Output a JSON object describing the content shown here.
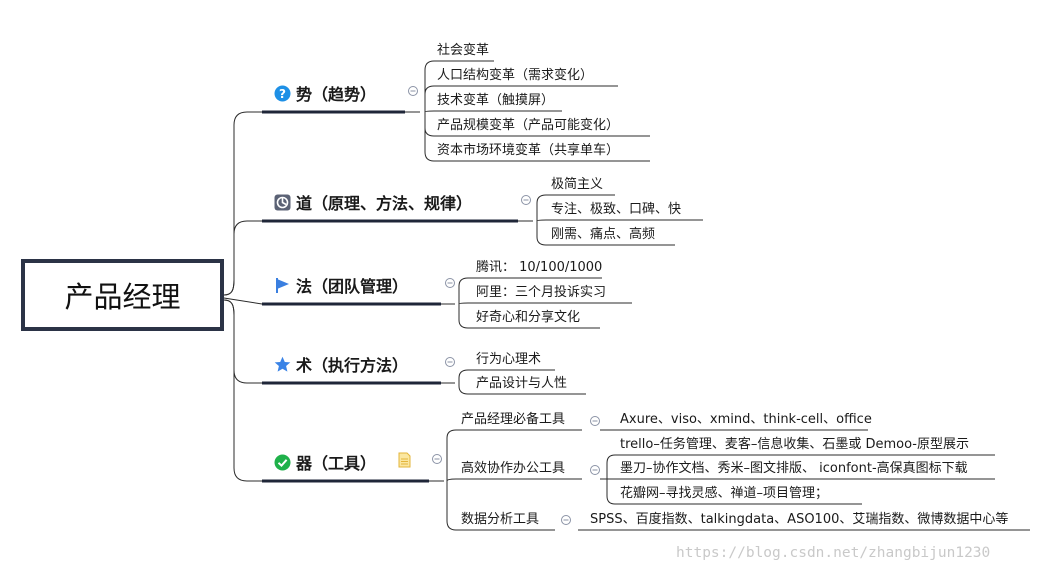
{
  "root": "产品经理",
  "branches": [
    {
      "title": "势（趋势）",
      "icon": "question-icon",
      "leaves": [
        "社会变革",
        "人口结构变革（需求变化）",
        "技术变革（触摸屏）",
        "产品规模变革（产品可能变化）",
        "资本市场环境变革（共享单车）"
      ]
    },
    {
      "title": "道（原理、方法、规律）",
      "icon": "tao-icon",
      "leaves": [
        "极简主义",
        "专注、极致、口碑、快",
        "刚需、痛点、高频"
      ]
    },
    {
      "title": "法（团队管理）",
      "icon": "flag-icon",
      "leaves": [
        "腾讯： 10/100/1000",
        "阿里：三个月投诉实习",
        "好奇心和分享文化"
      ]
    },
    {
      "title": "术（执行方法）",
      "icon": "star-icon",
      "leaves": [
        "行为心理术",
        "产品设计与人性"
      ]
    },
    {
      "title": "器（工具）",
      "icon": "check-icon",
      "groups": [
        {
          "title": "产品经理必备工具",
          "items": [
            "Axure、viso、xmind、think-cell、office"
          ]
        },
        {
          "title": "高效协作办公工具",
          "items": [
            "trello–任务管理、麦客–信息收集、石墨或 Demoo-原型展示",
            "墨刀–协作文档、秀米–图文排版、 iconfont-高保真图标下载",
            "花瓣网–寻找灵感、禅道–项目管理；"
          ]
        },
        {
          "title": "数据分析工具",
          "items": [
            "SPSS、百度指数、talkingdata、ASO100、艾瑞指数、微博数据中心等"
          ]
        }
      ]
    }
  ],
  "watermark": "https://blog.csdn.net/zhangbijun1230",
  "colors": {
    "line": "#1f2638",
    "thin_line": "#2b2b2b",
    "icon_blue": "#1e90e6",
    "icon_green": "#1fb14a",
    "icon_star": "#3a83e6",
    "icon_flag": "#3a7fe0",
    "notes": "#f2c94c"
  }
}
